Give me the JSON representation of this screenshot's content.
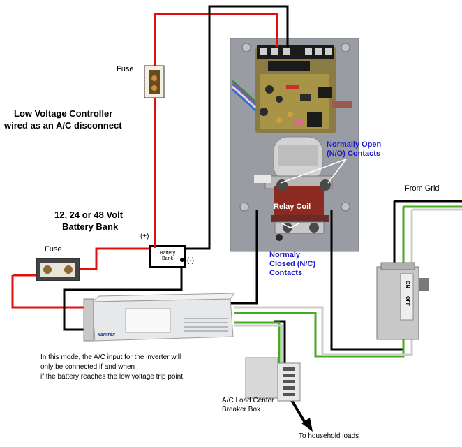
{
  "labels": {
    "fuse_top": "Fuse",
    "controller_line1": "Low Voltage Controller",
    "controller_line2": "wired as an A/C disconnect",
    "battery_line1": "12, 24 or 48 Volt",
    "battery_line2": "Battery Bank",
    "fuse_left": "Fuse",
    "positive": "(+)",
    "negative": "(-)",
    "battery_box_line1": "Battery",
    "battery_box_line2": "Bank",
    "normally_open_line1": "Normally Open",
    "normally_open_line2": "(N/O) Contacts",
    "relay_coil": "Relay Coil",
    "normally_closed_line1": "Normaly",
    "normally_closed_line2": "Closed (N/C)",
    "normally_closed_line3": "Contacts",
    "from_grid": "From Grid",
    "note_line1": "In this mode, the A/C input for the inverter will",
    "note_line2": "only be connected if and when",
    "note_line3": "if the battery reaches the low voltage trip point.",
    "load_center_line1": "A/C Load Center",
    "load_center_line2": "Breaker Box",
    "household": "To household loads",
    "brand": "xantrex",
    "disconnect_on": "ON",
    "disconnect_off": "OFF"
  },
  "colors": {
    "positive_wire": "#e01010",
    "negative_wire": "#000000",
    "ground_wire": "#44aa22",
    "neutral_wire": "#cccccc",
    "annotation_text": "#1a1acc",
    "panel": "#9a9ca4"
  }
}
